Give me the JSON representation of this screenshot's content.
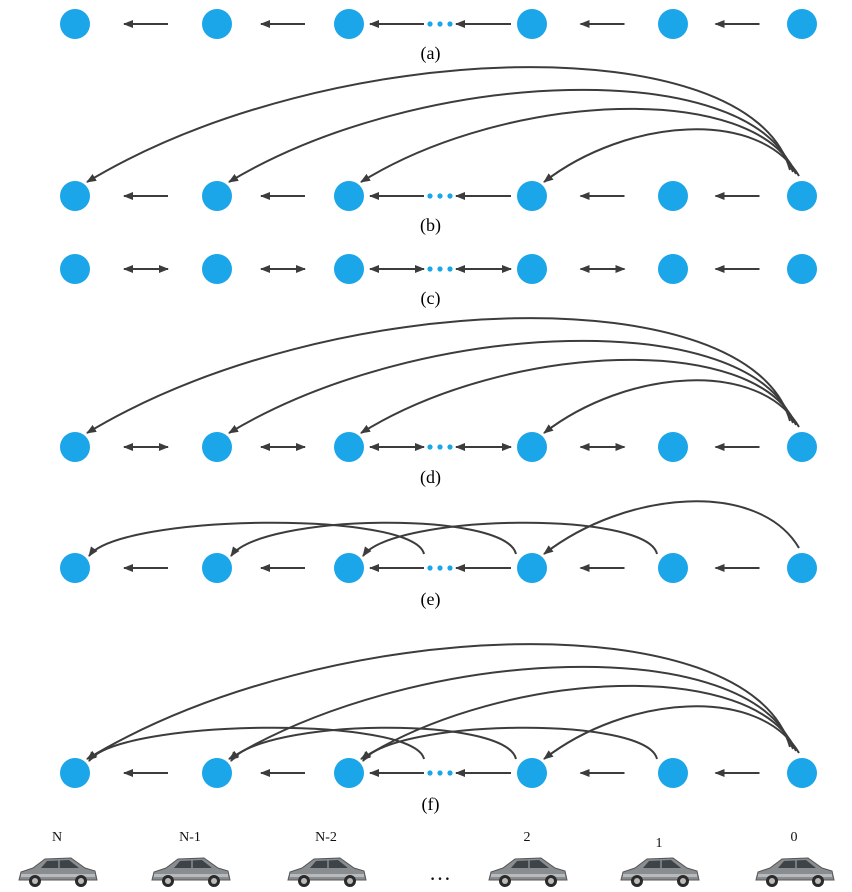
{
  "colors": {
    "node": "#1aa6e8",
    "edge": "#3c3c3c"
  },
  "panels": [
    {
      "id": "a",
      "label": "(a)",
      "links": [
        "left",
        "left",
        "left",
        "left",
        "left"
      ],
      "arcs": []
    },
    {
      "id": "b",
      "label": "(b)",
      "links": [
        "left",
        "left",
        "left",
        "left",
        "left"
      ],
      "arcs": [
        [
          6,
          1
        ],
        [
          6,
          2
        ],
        [
          6,
          3
        ],
        [
          6,
          4
        ]
      ]
    },
    {
      "id": "c",
      "label": "(c)",
      "links": [
        "both",
        "both",
        "both",
        "both",
        "left"
      ],
      "arcs": []
    },
    {
      "id": "d",
      "label": "(d)",
      "links": [
        "both",
        "both",
        "both",
        "both",
        "left"
      ],
      "arcs": [
        [
          6,
          1
        ],
        [
          6,
          2
        ],
        [
          6,
          3
        ],
        [
          6,
          4
        ]
      ]
    },
    {
      "id": "e",
      "label": "(e)",
      "links": [
        "left",
        "left",
        "left",
        "left",
        "left"
      ],
      "arcs": [
        [
          3,
          1
        ],
        [
          4,
          2
        ],
        [
          5,
          3
        ],
        [
          6,
          4
        ]
      ]
    },
    {
      "id": "f",
      "label": "(f)",
      "links": [
        "left",
        "left",
        "left",
        "left",
        "left"
      ],
      "arcs": [
        [
          6,
          1
        ],
        [
          6,
          2
        ],
        [
          6,
          3
        ],
        [
          6,
          4
        ],
        [
          3,
          1
        ],
        [
          4,
          2
        ],
        [
          5,
          3
        ]
      ]
    }
  ],
  "cars": {
    "labels": [
      "N",
      "N-1",
      "N-2",
      "2",
      "1",
      "0"
    ],
    "ellipsis": "…"
  }
}
